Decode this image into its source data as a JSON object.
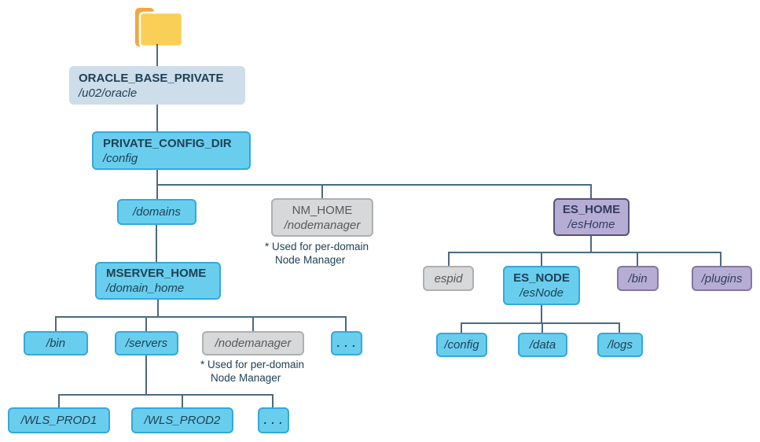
{
  "diagram": {
    "type": "directory-tree",
    "colors": {
      "cyan_fill": "#69ceee",
      "cyan_border": "#34a8da",
      "gray_fill": "#d7d8d9",
      "gray_border": "#aeafb1",
      "purple_fill": "#b6add5",
      "purple_border": "#84779f",
      "lightblue_fill": "#cdddea",
      "connector": "#4a6b80",
      "text_dark": "#1f4156",
      "text_gray": "#58595b",
      "folder_back": "#f4a63d",
      "folder_front": "#f9cf55"
    }
  },
  "nodes": {
    "oracle_base": {
      "title": "ORACLE_BASE_PRIVATE",
      "path": "/u02/oracle"
    },
    "private_config": {
      "title": "PRIVATE_CONFIG_DIR",
      "path": "/config"
    },
    "domains": {
      "label": "/domains"
    },
    "nm_home": {
      "title": "NM_HOME",
      "path": "/nodemanager"
    },
    "es_home": {
      "title": "ES_HOME",
      "path": "/esHome"
    },
    "mserver_home": {
      "title": "MSERVER_HOME",
      "path": "/domain_home"
    },
    "bin_domain": {
      "label": "/bin"
    },
    "servers": {
      "label": "/servers"
    },
    "nodemanager_domain": {
      "label": "/nodemanager"
    },
    "ellipsis_domain": {
      "label": ". . ."
    },
    "wls_prod1": {
      "label": "/WLS_PROD1"
    },
    "wls_prod2": {
      "label": "/WLS_PROD2"
    },
    "ellipsis_servers": {
      "label": ". . ."
    },
    "espid": {
      "label": "espid"
    },
    "es_node": {
      "title": "ES_NODE",
      "path": "/esNode"
    },
    "bin_es": {
      "label": "/bin"
    },
    "plugins": {
      "label": "/plugins"
    },
    "config_es": {
      "label": "/config"
    },
    "data_es": {
      "label": "/data"
    },
    "logs_es": {
      "label": "/logs"
    }
  },
  "notes": {
    "nm_note": {
      "line1": "* Used for per-domain",
      "line2": "Node Manager"
    },
    "nodemanager_note": {
      "line1": "* Used for per-domain",
      "line2": "Node Manager"
    }
  }
}
